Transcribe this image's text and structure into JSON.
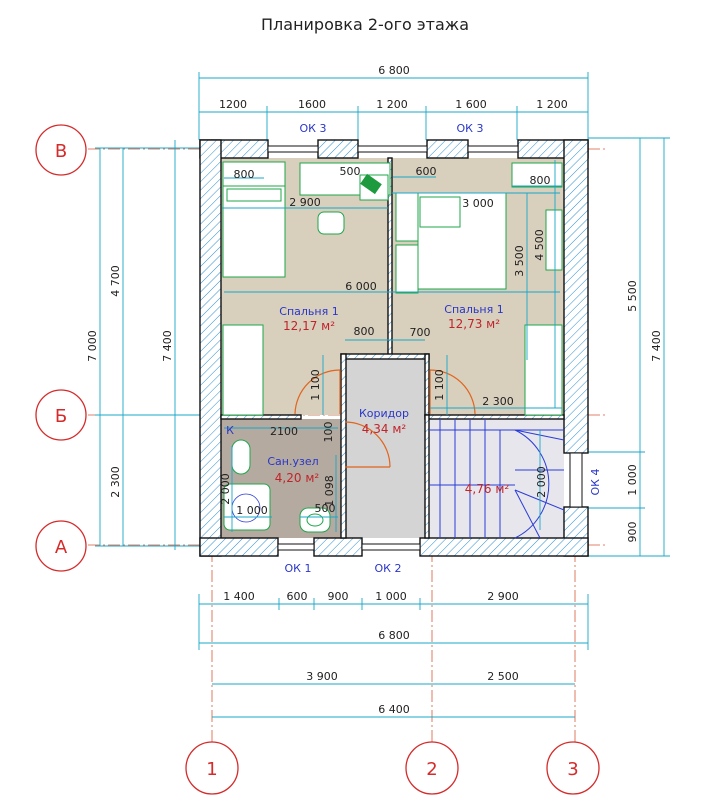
{
  "title": "Планировка 2-ого этажа",
  "top_total": "6 800",
  "top_segments": [
    "1200",
    "1600",
    "1 200",
    "1 600",
    "1 200"
  ],
  "windows_top": [
    "ОК 3",
    "ОК 3"
  ],
  "windows_bottom": [
    "ОК 1",
    "ОК 2"
  ],
  "window_right": "ОК 4",
  "left_dims": [
    "4 700",
    "7 000",
    "2 300",
    "7 400"
  ],
  "right_dims": [
    "5 500",
    "7 400",
    "1 000",
    "900"
  ],
  "bottom_row1": [
    "1 400",
    "600",
    "900",
    "1 000",
    "2 900"
  ],
  "bottom_total1": "6 800",
  "bottom_row2": [
    "3 900",
    "2 500"
  ],
  "bottom_total2": "6 400",
  "axes_rows": [
    "В",
    "Б",
    "А"
  ],
  "axes_cols": [
    "1",
    "2",
    "3"
  ],
  "rooms": {
    "bedroom_left": {
      "name": "Спальня 1",
      "area": "12,17 м²"
    },
    "bedroom_right": {
      "name": "Спальня 1",
      "area": "12,73 м²"
    },
    "corridor": {
      "name": "Коридор",
      "area": "4,34 м²"
    },
    "bathroom": {
      "name": "Сан.узел",
      "area": "4,20 м²"
    },
    "stairs": {
      "area": "4,76 м²"
    }
  },
  "inner_dims": {
    "bed_left": "800",
    "desk": "500",
    "left_w": "2 900",
    "long_w": "6 000",
    "w800": "800",
    "w700": "700",
    "d1100a": "1 100",
    "d1100b": "1 100",
    "w600": "600",
    "w3000": "3 000",
    "w800r": "800",
    "h3500": "3 500",
    "h4500": "4 500",
    "w2300": "2 300",
    "w2100": "2100",
    "v100": "100",
    "v2000a": "2 000",
    "v1098": "1 098",
    "w1000": "1 000",
    "w500": "500",
    "v2000b": "2 000",
    "k": "К"
  }
}
